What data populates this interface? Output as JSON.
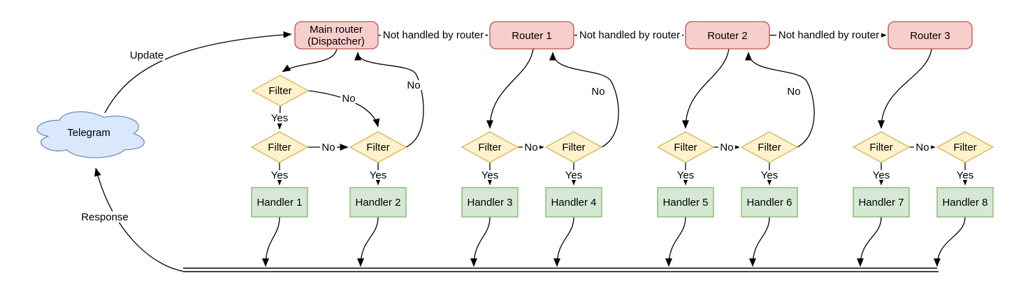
{
  "diagram": {
    "cloud": {
      "label": "Telegram"
    },
    "nodes": {
      "main_router": {
        "line1": "Main router",
        "line2": "(Dispatcher)"
      },
      "router1": "Router 1",
      "router2": "Router 2",
      "router3": "Router 3",
      "filter": "Filter",
      "handlers": [
        "Handler 1",
        "Handler 2",
        "Handler 3",
        "Handler 4",
        "Handler 5",
        "Handler 6",
        "Handler 7",
        "Handler 8"
      ]
    },
    "edge_labels": {
      "update": "Update",
      "response": "Response",
      "not_handled": "Not handled by router",
      "yes": "Yes",
      "no": "No"
    },
    "colors": {
      "router_fill": "#f8cecc",
      "router_stroke": "#b85450",
      "filter_fill": "#fff2cc",
      "filter_stroke": "#d6b656",
      "handler_fill": "#d5e8d4",
      "handler_stroke": "#82b366",
      "cloud_fill": "#dae8fc",
      "cloud_stroke": "#6c8ebf",
      "edge": "#000000",
      "label_bg": "#ffffff"
    }
  }
}
